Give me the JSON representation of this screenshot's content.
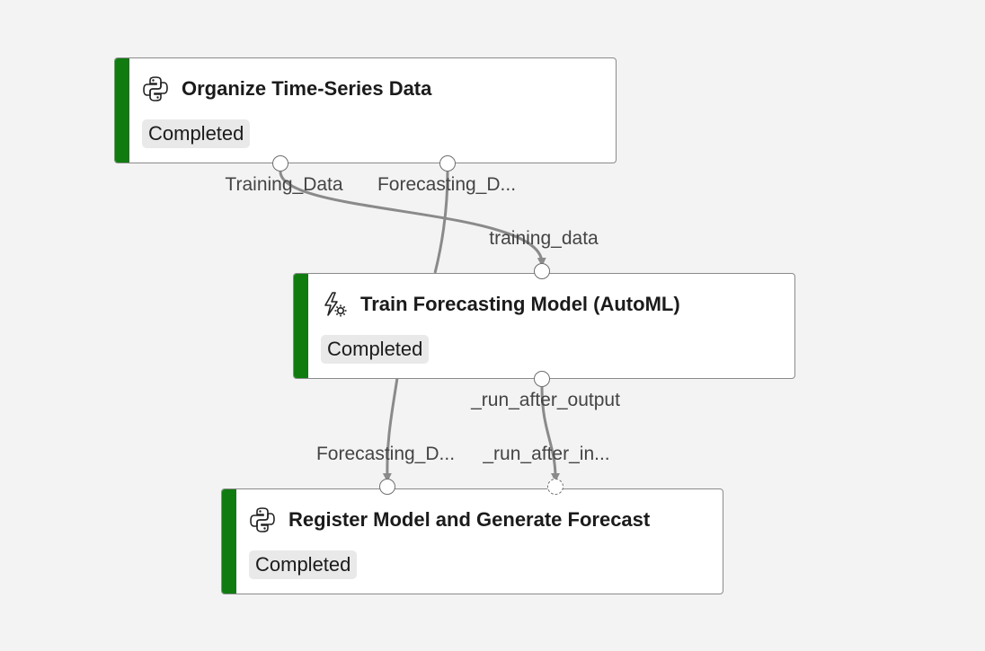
{
  "nodes": [
    {
      "id": "organize",
      "title": "Organize Time-Series Data",
      "status": "Completed",
      "icon": "python-icon",
      "outputs": [
        "Training_Data",
        "Forecasting_D..."
      ]
    },
    {
      "id": "train",
      "title": "Train Forecasting Model (AutoML)",
      "status": "Completed",
      "icon": "automl-icon",
      "inputs": [
        "training_data"
      ],
      "outputs": [
        "_run_after_output"
      ]
    },
    {
      "id": "register",
      "title": "Register Model and Generate Forecast",
      "status": "Completed",
      "icon": "python-icon",
      "inputs": [
        "Forecasting_D...",
        "_run_after_in..."
      ]
    }
  ],
  "colors": {
    "status_completed": "#107c10",
    "edge": "#8a8a8a",
    "background": "#f3f3f3"
  }
}
